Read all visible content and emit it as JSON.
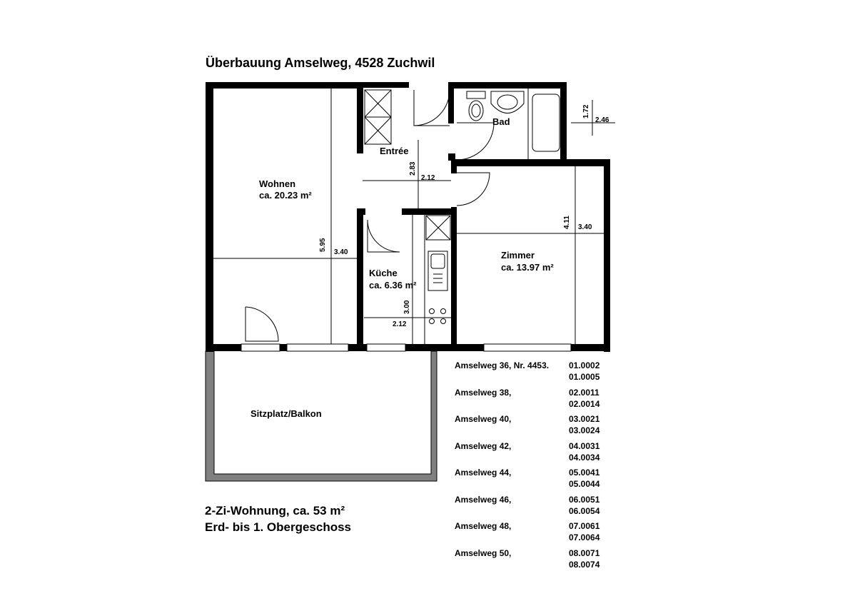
{
  "title": "Überbauung Amselweg, 4528 Zuchwil",
  "rooms": {
    "wohnen": {
      "name": "Wohnen",
      "area": "ca. 20.23 m²",
      "dim_v": "5.95",
      "dim_h": "3.40"
    },
    "entree": {
      "name": "Entrée",
      "dim_v": "2.83",
      "dim_h": "2.12"
    },
    "bad": {
      "name": "Bad",
      "dim_v": "1.72",
      "dim_h": "2.46"
    },
    "zimmer": {
      "name": "Zimmer",
      "area": "ca. 13.97 m²",
      "dim_v": "4.11",
      "dim_h": "3.40"
    },
    "kueche": {
      "name": "Küche",
      "area": "ca. 6.36 m²",
      "dim_v": "3.00",
      "dim_h": "2.12"
    },
    "balkon": {
      "name": "Sitzplatz/Balkon"
    }
  },
  "info": {
    "line1": "2-Zi-Wohnung, ca. 53 m²",
    "line2": "Erd- bis 1. Obergeschoss"
  },
  "units": [
    {
      "label": "Amselweg 36, Nr. 4453.",
      "n1": "01.0002",
      "n2": "01.0005"
    },
    {
      "label": "Amselweg 38,",
      "n1": "02.0011",
      "n2": "02.0014"
    },
    {
      "label": "Amselweg 40,",
      "n1": "03.0021",
      "n2": "03.0024"
    },
    {
      "label": "Amselweg 42,",
      "n1": "04.0031",
      "n2": "04.0034"
    },
    {
      "label": "Amselweg 44,",
      "n1": "05.0041",
      "n2": "05.0044"
    },
    {
      "label": "Amselweg 46,",
      "n1": "06.0051",
      "n2": "06.0054"
    },
    {
      "label": "Amselweg 48,",
      "n1": "07.0061",
      "n2": "07.0064"
    },
    {
      "label": "Amselweg 50,",
      "n1": "08.0071",
      "n2": "08.0074"
    }
  ]
}
